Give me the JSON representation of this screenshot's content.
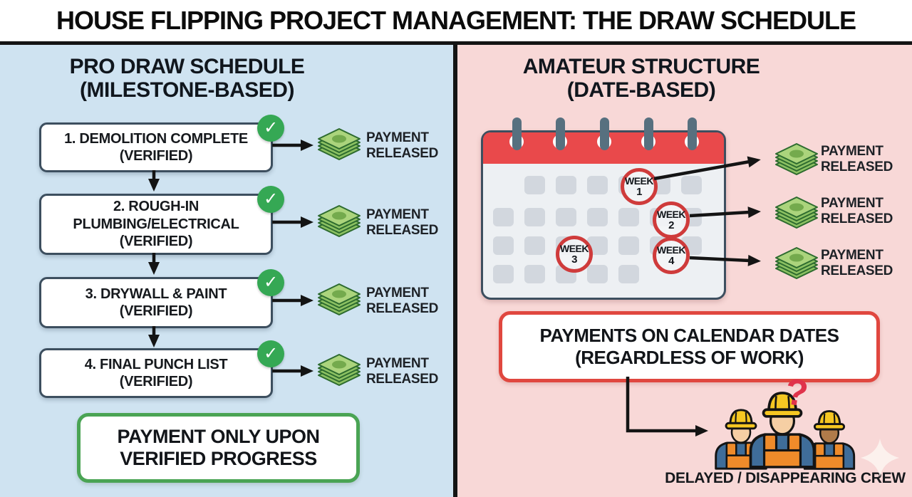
{
  "title": "HOUSE FLIPPING PROJECT MANAGEMENT: THE DRAW SCHEDULE",
  "left_panel": {
    "heading_line1": "PRO DRAW SCHEDULE",
    "heading_line2": "(MILESTONE-BASED)",
    "milestones": [
      {
        "lines": [
          "1. DEMOLITION COMPLETE",
          "(VERIFIED)"
        ],
        "payment": {
          "line1": "PAYMENT",
          "line2": "RELEASED"
        }
      },
      {
        "lines": [
          "2. ROUGH-IN",
          "PLUMBING/ELECTRICAL",
          "(VERIFIED)"
        ],
        "payment": {
          "line1": "PAYMENT",
          "line2": "RELEASED"
        }
      },
      {
        "lines": [
          "3. DRYWALL & PAINT",
          "(VERIFIED)"
        ],
        "payment": {
          "line1": "PAYMENT",
          "line2": "RELEASED"
        }
      },
      {
        "lines": [
          "4. FINAL PUNCH LIST",
          "(VERIFIED)"
        ],
        "payment": {
          "line1": "PAYMENT",
          "line2": "RELEASED"
        }
      }
    ],
    "footer": {
      "line1": "PAYMENT ONLY UPON",
      "line2": "VERIFIED PROGRESS"
    }
  },
  "right_panel": {
    "heading_line1": "AMATEUR STRUCTURE",
    "heading_line2": "(DATE-BASED)",
    "weeks": [
      {
        "word": "WEEK",
        "number": "1"
      },
      {
        "word": "WEEK",
        "number": "2"
      },
      {
        "word": "WEEK",
        "number": "3"
      },
      {
        "word": "WEEK",
        "number": "4"
      }
    ],
    "payments": [
      {
        "line1": "PAYMENT",
        "line2": "RELEASED"
      },
      {
        "line1": "PAYMENT",
        "line2": "RELEASED"
      },
      {
        "line1": "PAYMENT",
        "line2": "RELEASED"
      }
    ],
    "callout": {
      "line1": "PAYMENTS ON CALENDAR DATES",
      "line2": "(REGARDLESS OF WORK)"
    },
    "question_mark": "?",
    "crew_caption": "DELAYED / DISAPPEARING CREW"
  },
  "colors": {
    "left_panel_bg": "#cfe3f1",
    "right_panel_bg": "#f8d8d7",
    "check_green": "#35a854",
    "box_border": "#3d4f5f",
    "green_accent": "#4aa454",
    "red_accent": "#e0473f",
    "calendar_red": "#e9494b",
    "money_green": "#abd47c",
    "arrow_black": "#141414"
  }
}
